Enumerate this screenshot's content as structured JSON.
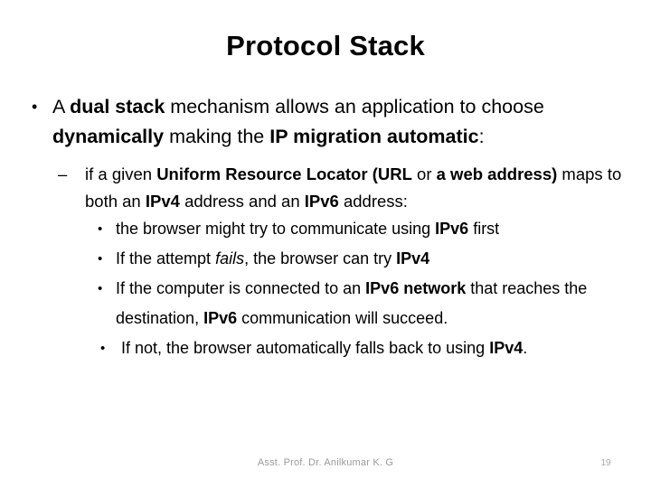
{
  "slide": {
    "title": "Protocol Stack",
    "bullets": {
      "level1": {
        "marker": "•",
        "segments": [
          {
            "text": "A ",
            "style": "normal"
          },
          {
            "text": "dual stack",
            "style": "bold"
          },
          {
            "text": " mechanism allows an application to choose ",
            "style": "normal"
          },
          {
            "text": "dynamically",
            "style": "bold"
          },
          {
            "text": " making the ",
            "style": "normal"
          },
          {
            "text": "IP migration automatic",
            "style": "bold"
          },
          {
            "text": ":",
            "style": "normal"
          }
        ],
        "plain_text": "A dual stack mechanism allows an application to choose dynamically making the IP migration automatic:"
      },
      "level2": {
        "marker": "–",
        "segments": [
          {
            "text": "if a given ",
            "style": "normal"
          },
          {
            "text": "Uniform Resource Locator",
            "style": "bold"
          },
          {
            "text": " ",
            "style": "normal"
          },
          {
            "text": "(",
            "style": "bold"
          },
          {
            "text": "URL",
            "style": "bold"
          },
          {
            "text": " or ",
            "style": "normal"
          },
          {
            "text": "a web address)",
            "style": "bold"
          },
          {
            "text": " maps to both an ",
            "style": "normal"
          },
          {
            "text": "IPv4",
            "style": "bold"
          },
          {
            "text": " address and an ",
            "style": "normal"
          },
          {
            "text": "IPv6",
            "style": "bold"
          },
          {
            "text": " address:",
            "style": "normal"
          }
        ],
        "plain_text": "if a given Uniform Resource Locator (URL or a web address) maps to both an IPv4 address and an IPv6 address:"
      },
      "level3": [
        {
          "marker": "•",
          "segments": [
            {
              "text": "the browser might try to communicate using ",
              "style": "normal"
            },
            {
              "text": "IPv6",
              "style": "bold"
            },
            {
              "text": " first",
              "style": "normal"
            }
          ],
          "plain_text": "the browser might try to communicate using IPv6 first"
        },
        {
          "marker": "•",
          "segments": [
            {
              "text": "If the attempt ",
              "style": "normal"
            },
            {
              "text": "fails",
              "style": "italic"
            },
            {
              "text": ", the browser can try ",
              "style": "normal"
            },
            {
              "text": "IPv4",
              "style": "bold"
            }
          ],
          "plain_text": "If the attempt fails, the browser can try IPv4"
        },
        {
          "marker": "•",
          "segments": [
            {
              "text": "If the computer is connected to an ",
              "style": "normal"
            },
            {
              "text": "IPv6 network",
              "style": "bold"
            },
            {
              "text": " that reaches the destination, ",
              "style": "normal"
            },
            {
              "text": "IPv6",
              "style": "bold"
            },
            {
              "text": " communication will succeed.",
              "style": "normal"
            }
          ],
          "plain_text": "If the computer is connected to an IPv6 network that reaches the destination, IPv6 communication will succeed."
        },
        {
          "marker": "•",
          "segments": [
            {
              "text": "If not, the browser automatically falls back to using ",
              "style": "normal"
            },
            {
              "text": "IPv4",
              "style": "bold"
            },
            {
              "text": ".",
              "style": "normal"
            }
          ],
          "plain_text": "If not, the browser automatically falls back to using IPv4."
        }
      ]
    },
    "footer": {
      "author": "Asst. Prof. Dr. Anilkumar K. G",
      "page_number": "19"
    },
    "colors": {
      "background": "#ffffff",
      "text": "#000000",
      "footer_text": "#9a9a9a",
      "page_number_text": "#a8a8a8"
    }
  }
}
